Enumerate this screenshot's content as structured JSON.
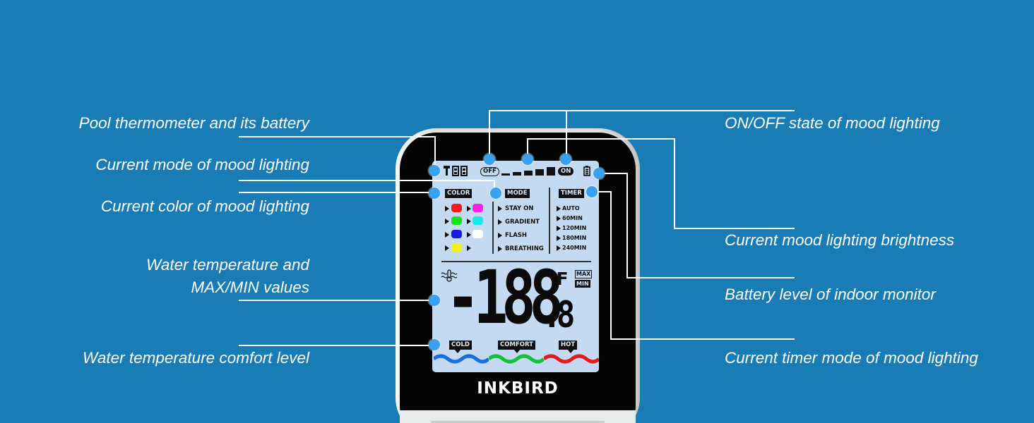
{
  "callouts": {
    "thermometer_battery": "Pool thermometer and its battery",
    "mode": "Current mode of mood lighting",
    "color": "Current color of mood lighting",
    "water_temp_line1": "Water temperature and",
    "water_temp_line2": "MAX/MIN values",
    "comfort": "Water temperature comfort level",
    "onoff": "ON/OFF state of mood lighting",
    "brightness": "Current mood lighting brightness",
    "battery": "Battery level of indoor monitor",
    "timer": "Current timer mode of mood lighting"
  },
  "lcd": {
    "off_label": "OFF",
    "on_label": "ON",
    "color_tag": "COLOR",
    "mode_tag": "MODE",
    "timer_tag": "TIMER",
    "modes": [
      "STAY ON",
      "GRADIENT",
      "FLASH",
      "BREATHING"
    ],
    "timers": [
      "AUTO",
      "60MIN",
      "120MIN",
      "180MIN",
      "240MIN"
    ],
    "swatch_colors": [
      "#ff1a1a",
      "#ff1ee6",
      "#1ee01e",
      "#19e8e8",
      "#1a1ae0",
      "#ffffff",
      "#f2f21a"
    ],
    "temp_value": "-188",
    "temp_decimal": ".8",
    "unit": "°F",
    "max_label": "MAX",
    "min_label": "MIN",
    "cold_label": "COLD",
    "comfort_label": "COMFORT",
    "hot_label": "HOT",
    "cold_color": "#1a6fe0",
    "comfort_color": "#14c23a",
    "hot_color": "#e61a1a"
  },
  "brand": "INKBIRD",
  "colors": {
    "background": "#1a7cb5",
    "dot": "#3aa0f0",
    "lcd": "#c4d9f2"
  }
}
